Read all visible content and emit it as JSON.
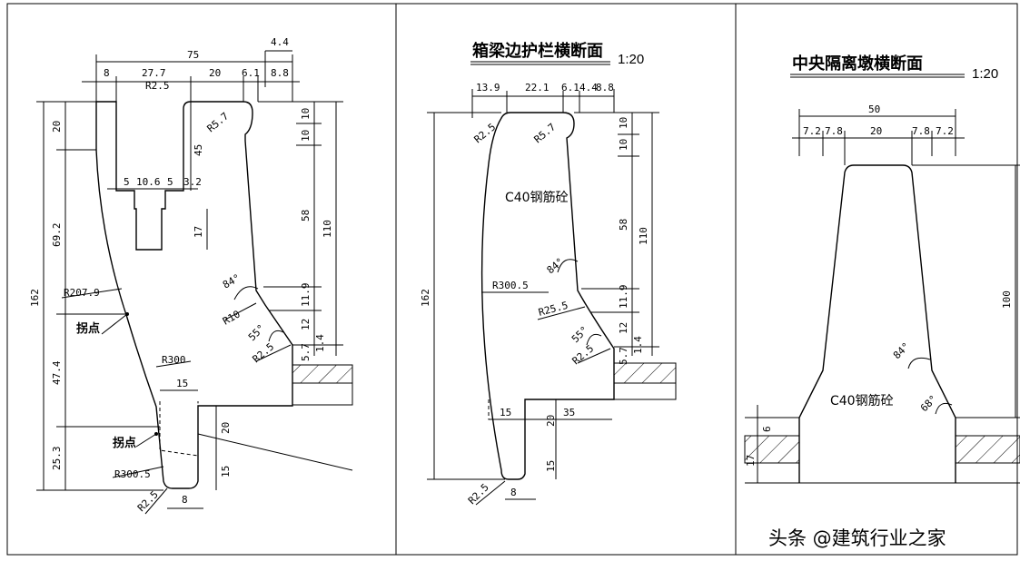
{
  "panel1": {
    "dims": {
      "w75": "75",
      "w4_4": "4.4",
      "w8": "8",
      "w27_7": "27.7",
      "w20": "20",
      "w6_1": "6.1",
      "w8_8": "8.8",
      "r2_5": "R2.5",
      "r5_7": "R5.7",
      "h45": "45",
      "d5a": "5",
      "d10_6": "10.6",
      "d5b": "5",
      "d3_2": "3.2",
      "h17": "17",
      "h20": "20",
      "h69_2": "69.2",
      "h162": "162",
      "r207_9": "R207.9",
      "h47_4": "47.4",
      "h25_3": "25.3",
      "r10_10a": "10",
      "r10_10b": "10",
      "h58": "58",
      "h110": "110",
      "a84": "84°",
      "r10": "R10",
      "h11_9": "11.9",
      "h12": "12",
      "a55": "55°",
      "r2_5b": "R2.5",
      "h5_7": "5.7",
      "h1_4": "1.4",
      "r300": "R300",
      "w15": "15",
      "h20b": "20",
      "h15": "15",
      "r300_5": "R300.5",
      "r2_5c": "R2.5",
      "w8b": "8"
    },
    "labels": {
      "inflection1": "拐点",
      "inflection2": "拐点"
    }
  },
  "panel2": {
    "title": "箱梁边护栏横断面",
    "scale": "1:20",
    "material": "C40钢筋砼",
    "dims": {
      "w13_9": "13.9",
      "w22_1": "22.1",
      "w6_1": "6.1",
      "w4_4": "4.4",
      "w8_8": "8.8",
      "r2_5": "R2.5",
      "r5_7": "R5.7",
      "h162": "162",
      "h10a": "10",
      "h10b": "10",
      "h58": "58",
      "h110": "110",
      "a84": "84°",
      "r300_5": "R300.5",
      "r25_5": "R25.5",
      "h11_9": "11.9",
      "h12": "12",
      "a55": "55°",
      "r2_5b": "R2.5",
      "h5_7": "5.7",
      "h1_4": "1.4",
      "w15": "15",
      "h20": "20",
      "w35": "35",
      "h15": "15",
      "r2_5c": "R2.5",
      "w8": "8"
    }
  },
  "panel3": {
    "title": "中央隔离墩横断面",
    "scale": "1:20",
    "material": "C40钢筋砼",
    "dims": {
      "w50": "50",
      "w7_2a": "7.2",
      "w7_8a": "7.8",
      "w20": "20",
      "w7_8b": "7.8",
      "w7_2b": "7.2",
      "h100": "100",
      "a84": "84°",
      "a68": "68°",
      "h6": "6",
      "h17": "17"
    }
  },
  "watermark": "头条 @建筑行业之家"
}
